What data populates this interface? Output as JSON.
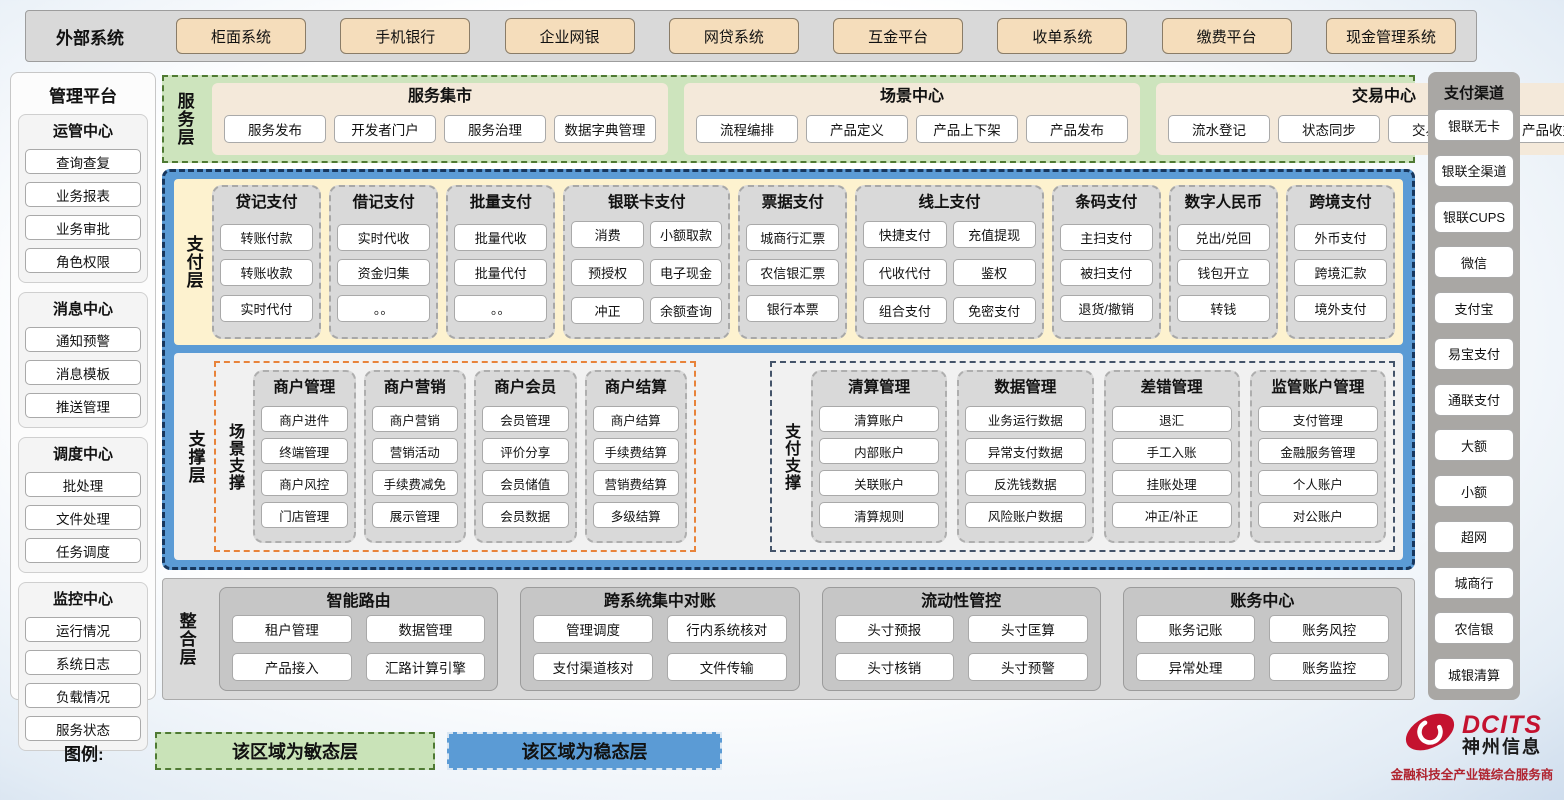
{
  "external_systems": {
    "label": "外部系统",
    "items": [
      "柜面系统",
      "手机银行",
      "企业网银",
      "网贷系统",
      "互金平台",
      "收单系统",
      "缴费平台",
      "现金管理系统"
    ]
  },
  "management_platform": {
    "title": "管理平台",
    "groups": [
      {
        "title": "运管中心",
        "items": [
          "查询查复",
          "业务报表",
          "业务审批",
          "角色权限"
        ]
      },
      {
        "title": "消息中心",
        "items": [
          "通知预警",
          "消息模板",
          "推送管理"
        ]
      },
      {
        "title": "调度中心",
        "items": [
          "批处理",
          "文件处理",
          "任务调度"
        ]
      },
      {
        "title": "监控中心",
        "items": [
          "运行情况",
          "系统日志",
          "负载情况",
          "服务状态"
        ]
      }
    ]
  },
  "service_layer": {
    "label": "服务层",
    "panels": [
      {
        "title": "服务集市",
        "items": [
          "服务发布",
          "开发者门户",
          "服务治理",
          "数据字典管理"
        ]
      },
      {
        "title": "场景中心",
        "items": [
          "流程编排",
          "产品定义",
          "产品上下架",
          "产品发布"
        ]
      },
      {
        "title": "交易中心",
        "items": [
          "流水登记",
          "状态同步",
          "交易流量",
          "产品收益"
        ]
      }
    ]
  },
  "payment_layer": {
    "label": "支付层",
    "columns": [
      {
        "title": "贷记支付",
        "items": [
          "转账付款",
          "转账收款",
          "实时代付"
        ]
      },
      {
        "title": "借记支付",
        "items": [
          "实时代收",
          "资金归集",
          "。。"
        ]
      },
      {
        "title": "批量支付",
        "items": [
          "批量代收",
          "批量代付",
          "。。"
        ]
      },
      {
        "title": "银联卡支付",
        "items": [
          "消费",
          "小额取款",
          "预授权",
          "电子现金",
          "冲正",
          "余额查询"
        ]
      },
      {
        "title": "票据支付",
        "items": [
          "城商行汇票",
          "农信银汇票",
          "银行本票"
        ]
      },
      {
        "title": "线上支付",
        "items": [
          "快捷支付",
          "充值提现",
          "代收代付",
          "鉴权",
          "组合支付",
          "免密支付"
        ]
      },
      {
        "title": "条码支付",
        "items": [
          "主扫支付",
          "被扫支付",
          "退货/撤销"
        ]
      },
      {
        "title": "数字人民币",
        "items": [
          "兑出/兑回",
          "钱包开立",
          "转钱"
        ]
      },
      {
        "title": "跨境支付",
        "items": [
          "外币支付",
          "跨境汇款",
          "境外支付"
        ]
      }
    ]
  },
  "support_layer": {
    "label": "支撑层",
    "scene_support": {
      "label": "场景支撑",
      "columns": [
        {
          "title": "商户管理",
          "items": [
            "商户进件",
            "终端管理",
            "商户风控",
            "门店管理"
          ]
        },
        {
          "title": "商户营销",
          "items": [
            "商户营销",
            "营销活动",
            "手续费减免",
            "展示管理"
          ]
        },
        {
          "title": "商户会员",
          "items": [
            "会员管理",
            "评价分享",
            "会员储值",
            "会员数据"
          ]
        },
        {
          "title": "商户结算",
          "items": [
            "商户结算",
            "手续费结算",
            "营销费结算",
            "多级结算"
          ]
        }
      ]
    },
    "payment_support": {
      "label": "支付支撑",
      "columns": [
        {
          "title": "清算管理",
          "items": [
            "清算账户",
            "内部账户",
            "关联账户",
            "清算规则"
          ]
        },
        {
          "title": "数据管理",
          "items": [
            "业务运行数据",
            "异常支付数据",
            "反洗钱数据",
            "风险账户数据"
          ]
        },
        {
          "title": "差错管理",
          "items": [
            "退汇",
            "手工入账",
            "挂账处理",
            "冲正/补正"
          ]
        },
        {
          "title": "监管账户管理",
          "items": [
            "支付管理",
            "金融服务管理",
            "个人账户",
            "对公账户"
          ]
        }
      ]
    }
  },
  "integration_layer": {
    "label": "整合层",
    "panels": [
      {
        "title": "智能路由",
        "items": [
          "租户管理",
          "数据管理",
          "产品接入",
          "汇路计算引擎"
        ]
      },
      {
        "title": "跨系统集中对账",
        "items": [
          "管理调度",
          "行内系统核对",
          "支付渠道核对",
          "文件传输"
        ]
      },
      {
        "title": "流动性管控",
        "items": [
          "头寸预报",
          "头寸匡算",
          "头寸核销",
          "头寸预警"
        ]
      },
      {
        "title": "账务中心",
        "items": [
          "账务记账",
          "账务风控",
          "异常处理",
          "账务监控"
        ]
      }
    ]
  },
  "payment_channels": {
    "title": "支付渠道",
    "items": [
      "银联无卡",
      "银联全渠道",
      "银联CUPS",
      "微信",
      "支付宝",
      "易宝支付",
      "通联支付",
      "大额",
      "小额",
      "超网",
      "城商行",
      "农信银",
      "城银清算"
    ]
  },
  "legend": {
    "label": "图例:",
    "agile": "该区域为敏态层",
    "stable": "该区域为稳态层"
  },
  "logo": {
    "name": "DCITS",
    "company": "神州信息",
    "tagline": "金融科技全产业链综合服务商"
  },
  "colors": {
    "agile_green": "#cde4bd",
    "stable_blue": "#5b9bd5",
    "external_tan": "#f5ddbb",
    "scene_orange": "#e8833a",
    "support_navy": "#44546a",
    "logo_red": "#c4122f"
  }
}
